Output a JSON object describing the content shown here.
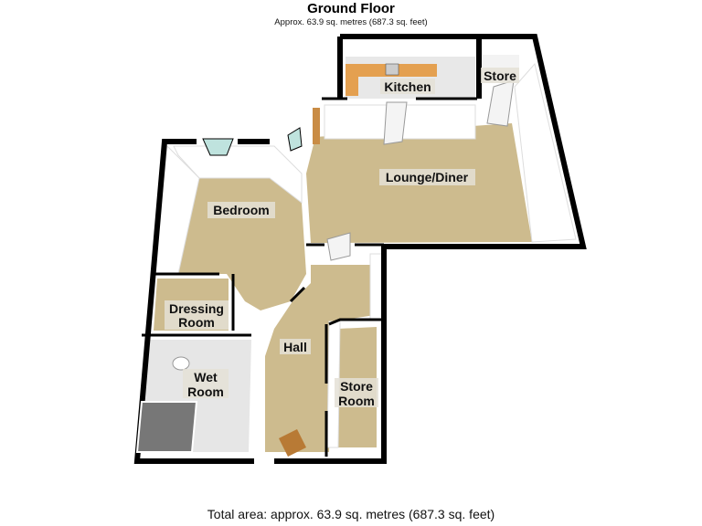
{
  "header": {
    "title": "Ground Floor",
    "subtitle": "Approx. 63.9 sq. metres (687.3 sq. feet)"
  },
  "rooms": {
    "kitchen": "Kitchen",
    "store": "Store",
    "lounge": "Lounge/Diner",
    "bedroom": "Bedroom",
    "dressing_1": "Dressing",
    "dressing_2": "Room",
    "hall": "Hall",
    "wet_1": "Wet",
    "wet_2": "Room",
    "storeroom_1": "Store",
    "storeroom_2": "Room"
  },
  "footer": {
    "total_area": "Total area: approx. 63.9 sq. metres (687.3 sq. feet)"
  },
  "colors": {
    "floor": "#cdbb8e",
    "wall": "#000000",
    "inner_wall": "#ffffff",
    "kitchen_worktop": "#e4a050",
    "tile": "#e8e8e8"
  }
}
